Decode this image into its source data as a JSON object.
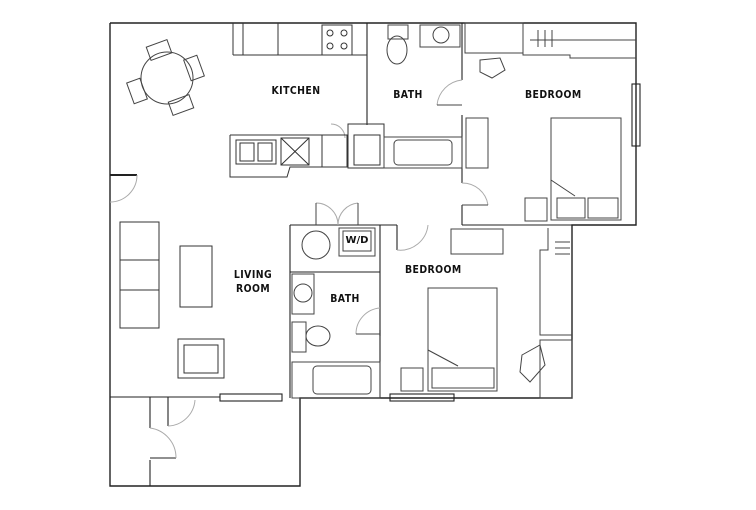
{
  "floorplan": {
    "colors": {
      "wall": "#222222",
      "fixture": "#555555",
      "door_arc": "#aaaaaa",
      "background": "#ffffff"
    },
    "rooms": {
      "kitchen": {
        "label": "KITCHEN"
      },
      "bath_top": {
        "label": "BATH"
      },
      "bedroom_top": {
        "label": "BEDROOM"
      },
      "living_room": {
        "label_line1": "LIVING",
        "label_line2": "ROOM"
      },
      "bath_bottom": {
        "label": "BATH"
      },
      "bedroom_bottom": {
        "label": "BEDROOM"
      }
    },
    "fixtures": {
      "washer_dryer": {
        "label": "W/D"
      }
    }
  }
}
